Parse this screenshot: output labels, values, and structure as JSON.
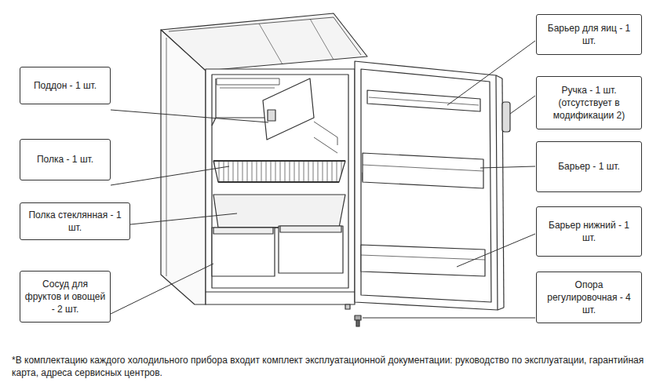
{
  "diagram": {
    "nodes": [
      {
        "text": [
          "Поддон - 1 шт."
        ]
      },
      {
        "text": [
          "Полка - 1 шт."
        ]
      },
      {
        "text": [
          "Полка стеклянная - 1 шт."
        ]
      },
      {
        "text": [
          "Сосуд для фруктов и овощей - 2 шт."
        ]
      },
      {
        "text": [
          "Барьер для яиц - 1 шт."
        ]
      },
      {
        "text": [
          "Ручка - 1 шт. (отсутствует в модификации 2)"
        ]
      },
      {
        "text": [
          "Барьер - 1 шт."
        ]
      },
      {
        "text": [
          "Барьер нижний - 1 шт."
        ]
      },
      {
        "text": [
          "Опора регулировочная - 4 шт."
        ]
      }
    ],
    "labels": [
      "*В комплектацию каждого холодильного прибора входит комплект эксплуатационной документации: руководство по эксплуатации, гарантийная карта, адреса сервисных центров."
    ]
  }
}
